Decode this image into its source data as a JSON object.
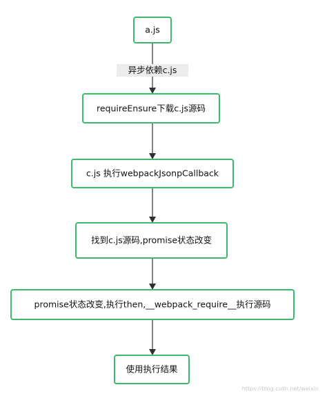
{
  "diagram": {
    "nodes": [
      {
        "id": "a-js",
        "label": "a.js"
      },
      {
        "id": "require-ensure",
        "label": "requireEnsure下载c.js源码"
      },
      {
        "id": "webpack-jsonp-callback",
        "label": "c.js 执行webpackJsonpCallback"
      },
      {
        "id": "promise-status",
        "label": "找到c.js源码,promise状态改变"
      },
      {
        "id": "execute-then",
        "label": "promise状态改变,执行then,__webpack_require__执行源码"
      },
      {
        "id": "use-result",
        "label": "使用执行结果"
      }
    ],
    "edges": [
      {
        "from": "a-js",
        "to": "require-ensure",
        "label": "异步依赖c.js"
      },
      {
        "from": "require-ensure",
        "to": "webpack-jsonp-callback",
        "label": ""
      },
      {
        "from": "webpack-jsonp-callback",
        "to": "promise-status",
        "label": ""
      },
      {
        "from": "promise-status",
        "to": "execute-then",
        "label": ""
      },
      {
        "from": "execute-then",
        "to": "use-result",
        "label": ""
      }
    ],
    "colors": {
      "node_border": "#3cba6a",
      "arrow": "#2f2f2f",
      "edge_label_background": "#ececec"
    }
  },
  "watermark": "https://blog.csdn.net/weixin"
}
